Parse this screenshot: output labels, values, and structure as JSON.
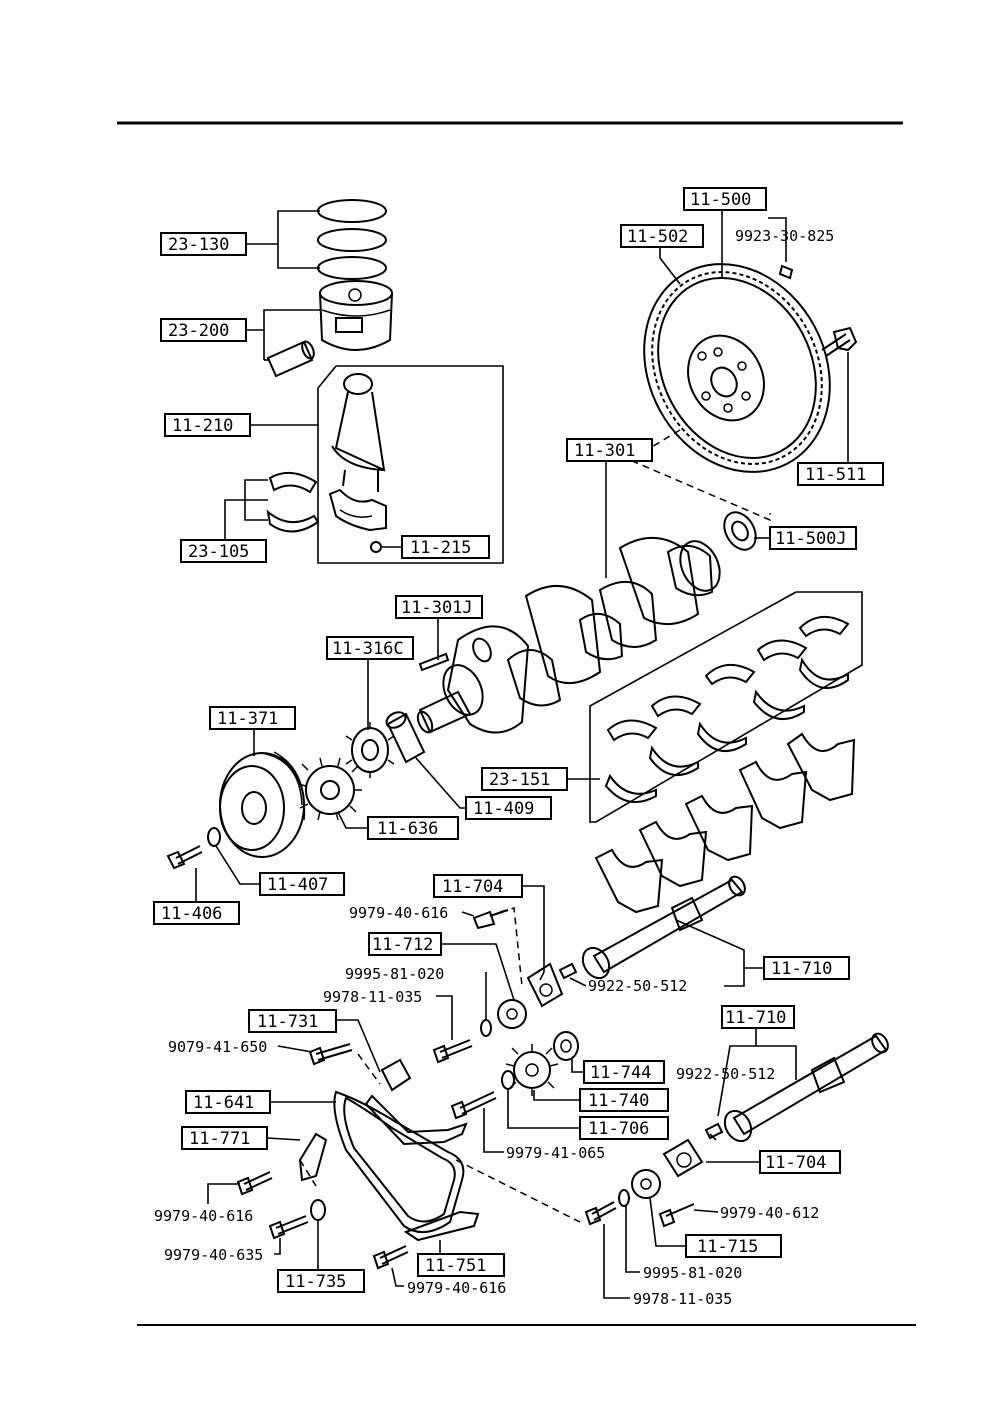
{
  "boxed_labels": {
    "l_23_130": "23-130",
    "l_23_200": "23-200",
    "l_11_210": "11-210",
    "l_23_105": "23-105",
    "l_11_215": "11-215",
    "l_11_500": "11-500",
    "l_11_502": "11-502",
    "l_11_511": "11-511",
    "l_11_301": "11-301",
    "l_11_500J": "11-500J",
    "l_11_301J": "11-301J",
    "l_11_316C": "11-316C",
    "l_11_371": "11-371",
    "l_23_151": "23-151",
    "l_11_409": "11-409",
    "l_11_636": "11-636",
    "l_11_407": "11-407",
    "l_11_406": "11-406",
    "l_11_704a": "11-704",
    "l_11_712": "11-712",
    "l_11_710a": "11-710",
    "l_11_731": "11-731",
    "l_11_641": "11-641",
    "l_11_771": "11-771",
    "l_11_744": "11-744",
    "l_11_740": "11-740",
    "l_11_706": "11-706",
    "l_11_710b": "11-710",
    "l_11_704b": "11-704",
    "l_11_715": "11-715",
    "l_11_751": "11-751",
    "l_11_735": "11-735"
  },
  "plain_labels": {
    "n_9923_30_825": "9923-30-825",
    "n_9979_40_616a": "9979-40-616",
    "n_9995_81_020a": "9995-81-020",
    "n_9978_11_035a": "9978-11-035",
    "n_9922_50_512a": "9922-50-512",
    "n_9079_41_650": "9079-41-650",
    "n_9922_50_512b": "9922-50-512",
    "n_9979_41_065": "9979-41-065",
    "n_9979_40_616b": "9979-40-616",
    "n_9979_40_612": "9979-40-612",
    "n_9979_40_635": "9979-40-635",
    "n_9995_81_020b": "9995-81-020",
    "n_9979_40_616c": "9979-40-616",
    "n_9978_11_035b": "9978-11-035"
  }
}
